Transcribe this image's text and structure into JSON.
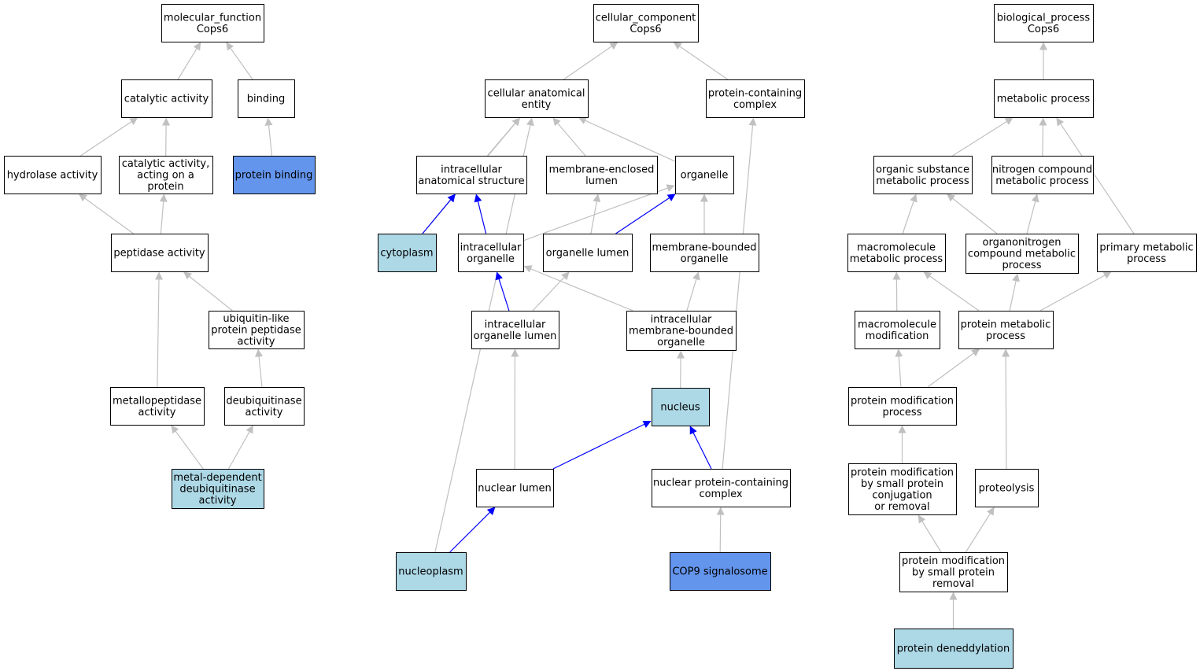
{
  "colors": {
    "default_fill": "#ffffff",
    "light_fill": "#add8e6",
    "dark_fill": "#6495ed",
    "grey_edge": "#c0c0c0",
    "blue_edge": "#0000ff"
  },
  "nodes": [
    {
      "id": "mf",
      "lines": [
        "molecular_function",
        "Cops6"
      ],
      "style": "default"
    },
    {
      "id": "cat",
      "lines": [
        "catalytic activity"
      ],
      "style": "default"
    },
    {
      "id": "bind",
      "lines": [
        "binding"
      ],
      "style": "default"
    },
    {
      "id": "hyd",
      "lines": [
        "hydrolase activity"
      ],
      "style": "default"
    },
    {
      "id": "catp",
      "lines": [
        "catalytic activity,",
        "acting on a",
        "protein"
      ],
      "style": "default"
    },
    {
      "id": "pbind",
      "lines": [
        "protein binding"
      ],
      "style": "dark"
    },
    {
      "id": "pep",
      "lines": [
        "peptidase activity"
      ],
      "style": "default"
    },
    {
      "id": "ubl",
      "lines": [
        "ubiquitin-like",
        "protein peptidase",
        "activity"
      ],
      "style": "default"
    },
    {
      "id": "metp",
      "lines": [
        "metallopeptidase",
        "activity"
      ],
      "style": "default"
    },
    {
      "id": "deub",
      "lines": [
        "deubiquitinase",
        "activity"
      ],
      "style": "default"
    },
    {
      "id": "mdd",
      "lines": [
        "metal-dependent",
        "deubiquitinase",
        "activity"
      ],
      "style": "light"
    },
    {
      "id": "cc",
      "lines": [
        "cellular_component",
        "Cops6"
      ],
      "style": "default"
    },
    {
      "id": "cae",
      "lines": [
        "cellular anatomical",
        "entity"
      ],
      "style": "default"
    },
    {
      "id": "pcc",
      "lines": [
        "protein-containing",
        "complex"
      ],
      "style": "default"
    },
    {
      "id": "ias",
      "lines": [
        "intracellular",
        "anatomical structure"
      ],
      "style": "default"
    },
    {
      "id": "mel",
      "lines": [
        "membrane-enclosed",
        "lumen"
      ],
      "style": "default"
    },
    {
      "id": "org",
      "lines": [
        "organelle"
      ],
      "style": "default"
    },
    {
      "id": "cyto",
      "lines": [
        "cytoplasm"
      ],
      "style": "light"
    },
    {
      "id": "io",
      "lines": [
        "intracellular",
        "organelle"
      ],
      "style": "default"
    },
    {
      "id": "ol",
      "lines": [
        "organelle lumen"
      ],
      "style": "default"
    },
    {
      "id": "mbo",
      "lines": [
        "membrane-bounded",
        "organelle"
      ],
      "style": "default"
    },
    {
      "id": "iol",
      "lines": [
        "intracellular",
        "organelle lumen"
      ],
      "style": "default"
    },
    {
      "id": "imbo",
      "lines": [
        "intracellular",
        "membrane-bounded",
        "organelle"
      ],
      "style": "default"
    },
    {
      "id": "nuc",
      "lines": [
        "nucleus"
      ],
      "style": "light"
    },
    {
      "id": "nl",
      "lines": [
        "nuclear lumen"
      ],
      "style": "default"
    },
    {
      "id": "npc",
      "lines": [
        "nuclear protein-containing",
        "complex"
      ],
      "style": "default"
    },
    {
      "id": "np",
      "lines": [
        "nucleoplasm"
      ],
      "style": "light"
    },
    {
      "id": "cop9",
      "lines": [
        "COP9 signalosome"
      ],
      "style": "dark"
    },
    {
      "id": "bp",
      "lines": [
        "biological_process",
        "Cops6"
      ],
      "style": "default"
    },
    {
      "id": "mp",
      "lines": [
        "metabolic process"
      ],
      "style": "default"
    },
    {
      "id": "osmp",
      "lines": [
        "organic substance",
        "metabolic process"
      ],
      "style": "default"
    },
    {
      "id": "ncmp",
      "lines": [
        "nitrogen compound",
        "metabolic process"
      ],
      "style": "default"
    },
    {
      "id": "mmp",
      "lines": [
        "macromolecule",
        "metabolic process"
      ],
      "style": "default"
    },
    {
      "id": "ocmp",
      "lines": [
        "organonitrogen",
        "compound metabolic",
        "process"
      ],
      "style": "default"
    },
    {
      "id": "pmp",
      "lines": [
        "primary metabolic",
        "process"
      ],
      "style": "default"
    },
    {
      "id": "mm",
      "lines": [
        "macromolecule",
        "modification"
      ],
      "style": "default"
    },
    {
      "id": "protmp",
      "lines": [
        "protein metabolic",
        "process"
      ],
      "style": "default"
    },
    {
      "id": "pmod",
      "lines": [
        "protein modification",
        "process"
      ],
      "style": "default"
    },
    {
      "id": "pmsp",
      "lines": [
        "protein modification",
        "by small protein",
        "conjugation",
        "or removal"
      ],
      "style": "default"
    },
    {
      "id": "prot",
      "lines": [
        "proteolysis"
      ],
      "style": "default"
    },
    {
      "id": "pmspr",
      "lines": [
        "protein modification",
        "by small protein",
        "removal"
      ],
      "style": "default"
    },
    {
      "id": "pden",
      "lines": [
        "protein deneddylation"
      ],
      "style": "light"
    }
  ],
  "edges": [
    {
      "from": "cat",
      "to": "mf",
      "color": "grey"
    },
    {
      "from": "bind",
      "to": "mf",
      "color": "grey"
    },
    {
      "from": "hyd",
      "to": "cat",
      "color": "grey"
    },
    {
      "from": "catp",
      "to": "cat",
      "color": "grey"
    },
    {
      "from": "pbind",
      "to": "bind",
      "color": "grey"
    },
    {
      "from": "pep",
      "to": "hyd",
      "color": "grey"
    },
    {
      "from": "pep",
      "to": "catp",
      "color": "grey"
    },
    {
      "from": "metp",
      "to": "pep",
      "color": "grey"
    },
    {
      "from": "ubl",
      "to": "pep",
      "color": "grey"
    },
    {
      "from": "deub",
      "to": "ubl",
      "color": "grey"
    },
    {
      "from": "mdd",
      "to": "metp",
      "color": "grey"
    },
    {
      "from": "mdd",
      "to": "deub",
      "color": "grey"
    },
    {
      "from": "cae",
      "to": "cc",
      "color": "grey"
    },
    {
      "from": "pcc",
      "to": "cc",
      "color": "grey"
    },
    {
      "from": "ias",
      "to": "cae",
      "color": "grey"
    },
    {
      "from": "mel",
      "to": "cae",
      "color": "grey"
    },
    {
      "from": "org",
      "to": "cae",
      "color": "grey"
    },
    {
      "from": "cyto",
      "to": "cae",
      "color": "grey"
    },
    {
      "from": "np",
      "to": "cae",
      "color": "grey"
    },
    {
      "from": "cyto",
      "to": "ias",
      "color": "blue"
    },
    {
      "from": "io",
      "to": "ias",
      "color": "blue"
    },
    {
      "from": "io",
      "to": "org",
      "color": "grey"
    },
    {
      "from": "ol",
      "to": "org",
      "color": "blue"
    },
    {
      "from": "ol",
      "to": "mel",
      "color": "grey"
    },
    {
      "from": "mbo",
      "to": "org",
      "color": "grey"
    },
    {
      "from": "iol",
      "to": "io",
      "color": "blue"
    },
    {
      "from": "iol",
      "to": "ol",
      "color": "grey"
    },
    {
      "from": "imbo",
      "to": "io",
      "color": "grey"
    },
    {
      "from": "imbo",
      "to": "mbo",
      "color": "grey"
    },
    {
      "from": "nuc",
      "to": "imbo",
      "color": "grey"
    },
    {
      "from": "nl",
      "to": "iol",
      "color": "grey"
    },
    {
      "from": "nl",
      "to": "nuc",
      "color": "blue"
    },
    {
      "from": "npc",
      "to": "nuc",
      "color": "blue"
    },
    {
      "from": "npc",
      "to": "pcc",
      "color": "grey"
    },
    {
      "from": "np",
      "to": "nl",
      "color": "blue"
    },
    {
      "from": "cop9",
      "to": "npc",
      "color": "grey"
    },
    {
      "from": "mp",
      "to": "bp",
      "color": "grey"
    },
    {
      "from": "osmp",
      "to": "mp",
      "color": "grey"
    },
    {
      "from": "ncmp",
      "to": "mp",
      "color": "grey"
    },
    {
      "from": "pmp",
      "to": "mp",
      "color": "grey"
    },
    {
      "from": "mmp",
      "to": "osmp",
      "color": "grey"
    },
    {
      "from": "ocmp",
      "to": "osmp",
      "color": "grey"
    },
    {
      "from": "ocmp",
      "to": "ncmp",
      "color": "grey"
    },
    {
      "from": "mm",
      "to": "mmp",
      "color": "grey"
    },
    {
      "from": "protmp",
      "to": "mmp",
      "color": "grey"
    },
    {
      "from": "protmp",
      "to": "ocmp",
      "color": "grey"
    },
    {
      "from": "protmp",
      "to": "pmp",
      "color": "grey"
    },
    {
      "from": "pmod",
      "to": "mm",
      "color": "grey"
    },
    {
      "from": "pmod",
      "to": "protmp",
      "color": "grey"
    },
    {
      "from": "pmsp",
      "to": "pmod",
      "color": "grey"
    },
    {
      "from": "prot",
      "to": "protmp",
      "color": "grey"
    },
    {
      "from": "pmspr",
      "to": "pmsp",
      "color": "grey"
    },
    {
      "from": "pmspr",
      "to": "prot",
      "color": "grey"
    },
    {
      "from": "pden",
      "to": "pmspr",
      "color": "grey"
    }
  ]
}
